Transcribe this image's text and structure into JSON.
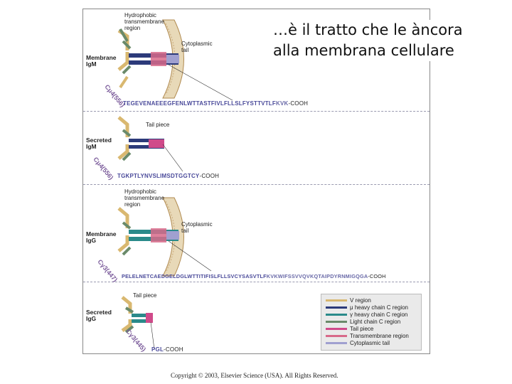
{
  "caption": "…è il tratto che le àncora alla membrana cellulare",
  "copyright": "Copyright © 2003, Elsevier Science (USA). All Rights Reserved.",
  "panel1": {
    "label_hydrophobic": "Hydrophobic transmembrane region",
    "label_cyto": "Cytoplasmic tail",
    "label_molecule": "Membrane IgM",
    "ch_label": "Cμ4(556)",
    "seq_tm": "TEGEVENAEEEGFENLWTTASTFIVLFLLSLFYSTTVTLF",
    "seq_cy": "KVK",
    "seq_end": "-COOH"
  },
  "panel2": {
    "label_tail": "Tail piece",
    "label_molecule": "Secreted IgM",
    "ch_label": "Cμ4(556)",
    "seq_tm": "TGKPTLYNVSLIMSDTGGTCY",
    "seq_end": "-COOH"
  },
  "panel3": {
    "label_hydrophobic": "Hydrophobic transmembrane region",
    "label_cyto": "Cytoplasmic tail",
    "label_molecule": "Membrane IgG",
    "ch_label": "Cγ3(447)",
    "seq_a": "PELELNETCAEDGELDGLWTTITIFISLFLLSVCYSASVTLF",
    "seq_b": "KVKWIFSSVVQVKQTAIPDYRNMIGQGA",
    "seq_end": "-COOH"
  },
  "panel4": {
    "label_tail": "Tail piece",
    "label_molecule": "Secreted IgG",
    "ch_label": "Cγ3(445)",
    "seq_a": "PGL",
    "seq_end": "-COOH"
  },
  "legend": [
    {
      "label": "V region",
      "color": "#d9b870"
    },
    {
      "label": "μ heavy chain C region",
      "color": "#2c3a7a"
    },
    {
      "label": "γ heavy chain C region",
      "color": "#2a8a8a"
    },
    {
      "label": "Light chain C region",
      "color": "#6a8a6a"
    },
    {
      "label": "Tail piece",
      "color": "#d04a8a"
    },
    {
      "label": "Transmembrane region",
      "color": "#d86a8a"
    },
    {
      "label": "Cytoplasmic tail",
      "color": "#a0a0d0"
    }
  ]
}
